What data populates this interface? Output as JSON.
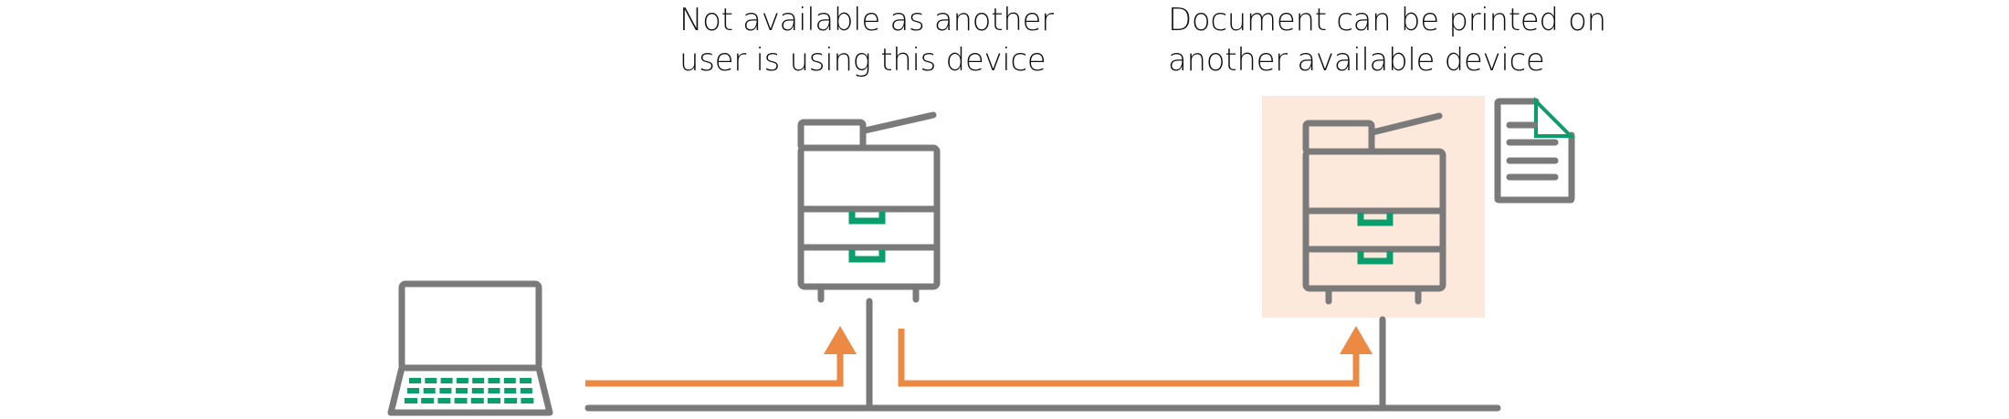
{
  "captions": {
    "unavailable": {
      "line1": "Not available as another",
      "line2": "user is using this device"
    },
    "available": {
      "line1": "Document can be printed on",
      "line2": "another available device"
    }
  },
  "devices": [
    {
      "name": "laptop",
      "role": "sender"
    },
    {
      "name": "printer-busy",
      "status": "in use by another user"
    },
    {
      "name": "printer-available",
      "status": "available",
      "highlighted": true
    }
  ],
  "colors": {
    "line": "#7a7a7a",
    "accent_green": "#0a9e6c",
    "arrow_orange": "#ec8943",
    "highlight_bg": "#fde9db"
  }
}
